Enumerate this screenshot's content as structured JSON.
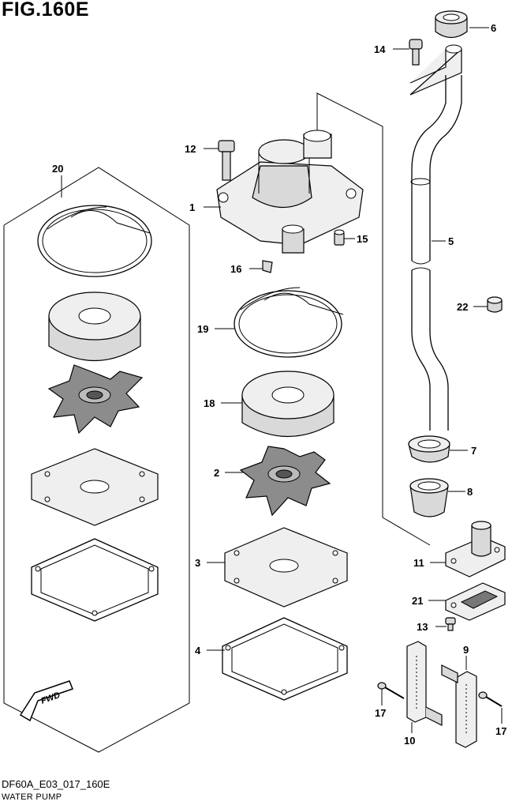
{
  "figure": {
    "title": "FIG.160E",
    "code": "DF60A_E03_017_160E",
    "name": "WATER PUMP",
    "fwd_label": "FWD"
  },
  "callouts": {
    "c1": "1",
    "c2": "2",
    "c3": "3",
    "c4": "4",
    "c5": "5",
    "c6": "6",
    "c7": "7",
    "c8": "8",
    "c9": "9",
    "c10": "10",
    "c11": "11",
    "c12": "12",
    "c13": "13",
    "c14": "14",
    "c15": "15",
    "c16": "16",
    "c17a": "17",
    "c17b": "17",
    "c18": "18",
    "c19": "19",
    "c20": "20",
    "c21": "21",
    "c22": "22"
  }
}
